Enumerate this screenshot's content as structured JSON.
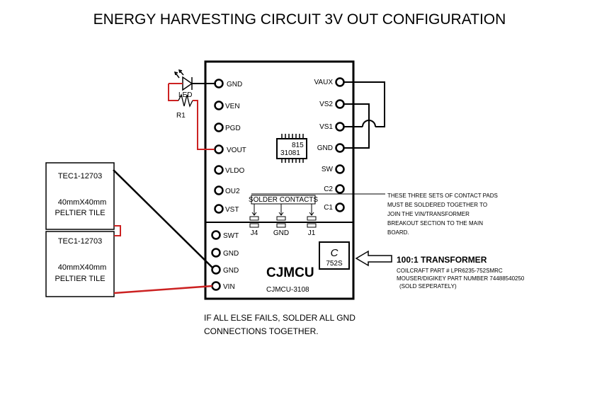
{
  "title": "ENERGY HARVESTING CIRCUIT    3V OUT CONFIGURATION",
  "led_label": "LED",
  "resistor_label": "R1",
  "left_pins": [
    "GND",
    "VEN",
    "PGD",
    "VOUT",
    "VLDO",
    "OU2",
    "VST"
  ],
  "right_pins": [
    "VAUX",
    "VS2",
    "VS1",
    "GND",
    "SW",
    "C2",
    "C1"
  ],
  "chip_top": "815",
  "chip_bottom": "31081",
  "solder_contacts_label": "SOLDER CONTACTS",
  "pads": [
    "J4",
    "GND",
    "J1"
  ],
  "breakout_pins": [
    "SWT",
    "GND",
    "GND",
    "VIN"
  ],
  "brand": "CJMCU",
  "model": "CJMCU-3108",
  "transformer_chip": {
    "logo": "C",
    "part": "752S"
  },
  "peltier_1": {
    "model": "TEC1-12703",
    "size": "40mmX40mm",
    "type": "PELTIER TILE"
  },
  "peltier_2": {
    "model": "TEC1-12703",
    "size": "40mmX40mm",
    "type": "PELTIER TILE"
  },
  "pad_note": [
    "THESE THREE SETS OF CONTACT PADS",
    "MUST BE SOLDERED TOGETHER TO",
    "JOIN THE VIN/TRANSFORMER",
    "BREAKOUT SECTION TO THE MAIN",
    "BOARD."
  ],
  "transformer_title": "100:1 TRANSFORMER",
  "transformer_info": [
    "COILCRAFT PART # LPR6235-752SMRC",
    "MOUSER/DIGIKEY PART NUMBER 74488540250",
    "(SOLD SEPERATELY)"
  ],
  "footer_note": [
    "IF ALL ELSE FAILS, SOLDER ALL GND",
    "CONNECTIONS TOGETHER."
  ],
  "colors": {
    "wire": "#000000",
    "red_wire": "#cc2222",
    "background": "#ffffff"
  }
}
